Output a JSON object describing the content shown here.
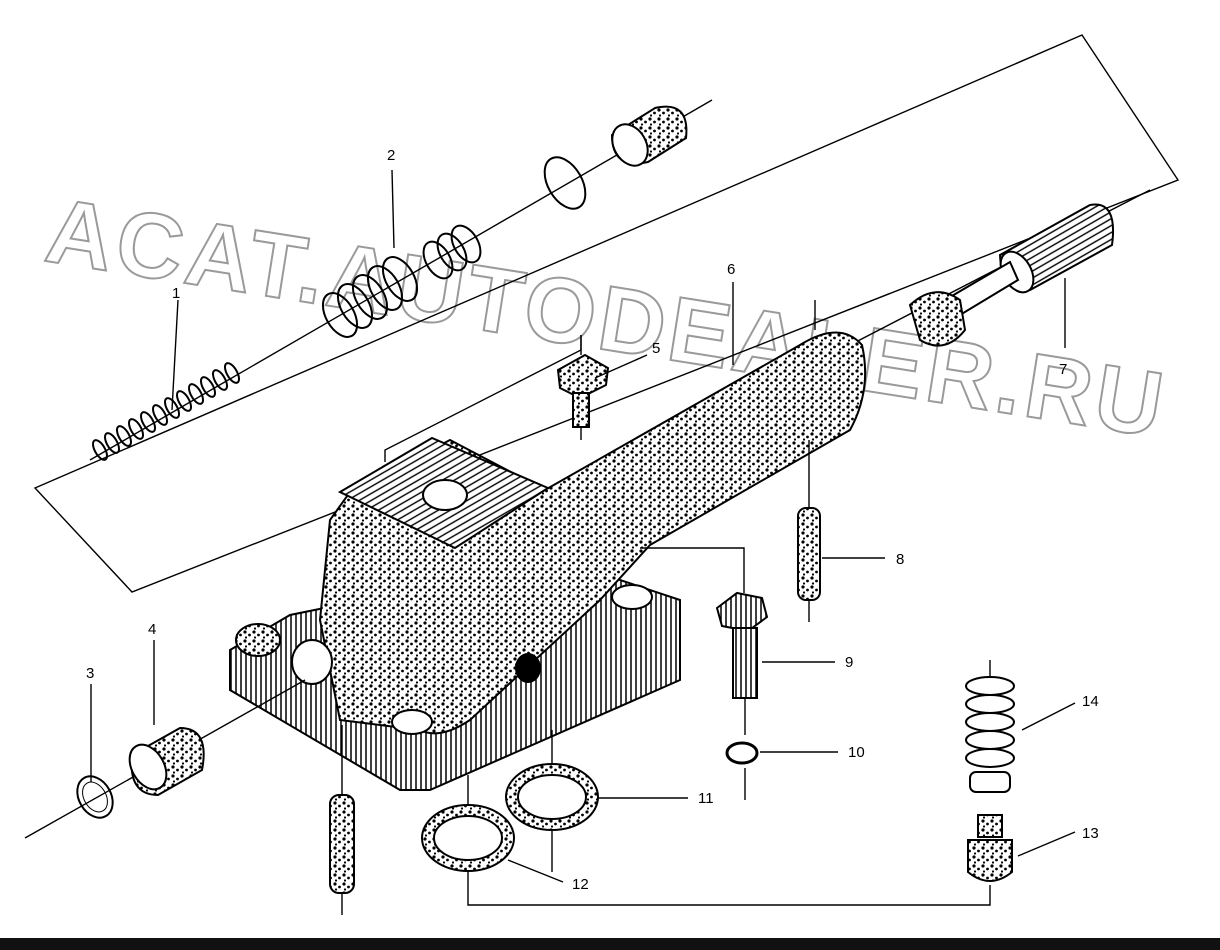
{
  "watermark": "ACAT.AUTODEALER.RU",
  "callouts": [
    {
      "id": "1",
      "label": "1"
    },
    {
      "id": "2",
      "label": "2"
    },
    {
      "id": "3",
      "label": "3"
    },
    {
      "id": "4",
      "label": "4"
    },
    {
      "id": "5",
      "label": "5"
    },
    {
      "id": "6",
      "label": "6"
    },
    {
      "id": "7",
      "label": "7"
    },
    {
      "id": "8",
      "label": "8"
    },
    {
      "id": "9",
      "label": "9"
    },
    {
      "id": "10",
      "label": "10"
    },
    {
      "id": "11",
      "label": "11"
    },
    {
      "id": "12",
      "label": "12"
    },
    {
      "id": "13",
      "label": "13"
    },
    {
      "id": "14",
      "label": "14"
    }
  ],
  "colors": {
    "ink": "#000000",
    "watermark": "#9a9a9a",
    "bottom_bar": "#111111"
  }
}
